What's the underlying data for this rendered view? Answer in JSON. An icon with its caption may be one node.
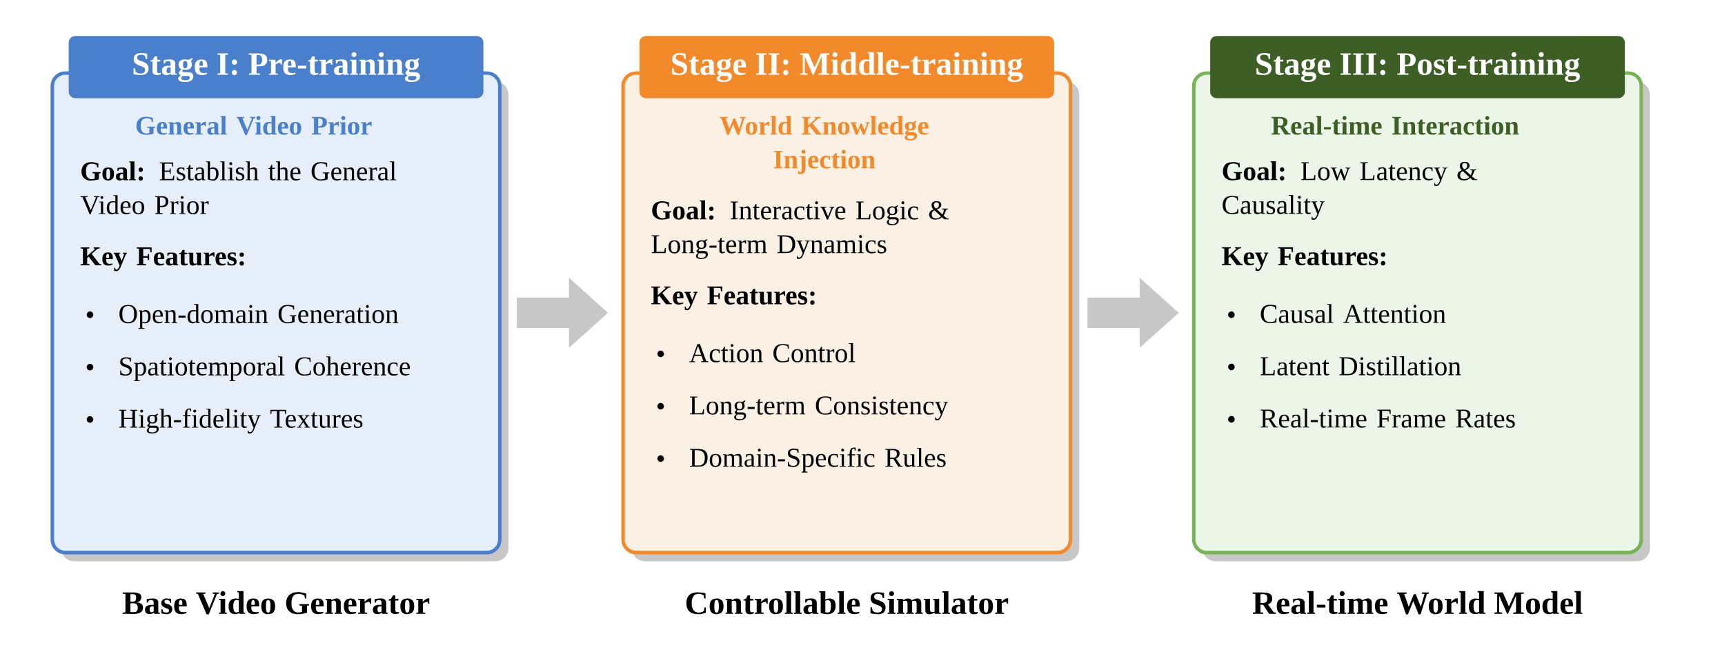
{
  "diagram": {
    "nodes": [
      {
        "text": [
          "Stage I: Pre-training"
        ]
      },
      {
        "text": [
          "General Video Prior",
          "**Goal:** Establish the General Video Prior",
          "Key Features:",
          "Open-domain Generation",
          "Spatiotemporal Coherence",
          "High-fidelity Textures"
        ],
        "beside": [
          "Base Video Generator"
        ]
      },
      {
        "text": [
          "Stage II: Middle-training"
        ]
      },
      {
        "text": [
          "World Knowledge Injection",
          "**Goal:** Interactive Logic & Long-term Dynamics",
          "Key Features:",
          "Action Control",
          "Long-term Consistency",
          "Domain-Specific Rules"
        ],
        "beside": [
          "Controllable Simulator"
        ]
      },
      {
        "text": [
          "Stage III: Post-training"
        ]
      },
      {
        "text": [
          "Real-time Interaction",
          "**Goal:** Low Latency & Causality",
          "Key Features:",
          "Causal Attention",
          "Latent Distillation",
          "Real-time Frame Rates"
        ],
        "beside": [
          "Real-time World Model"
        ]
      }
    ],
    "edges": [
      {
        "from": 1,
        "to": 3,
        "arrow": "to"
      },
      {
        "from": 3,
        "to": 5,
        "arrow": "to"
      }
    ]
  }
}
